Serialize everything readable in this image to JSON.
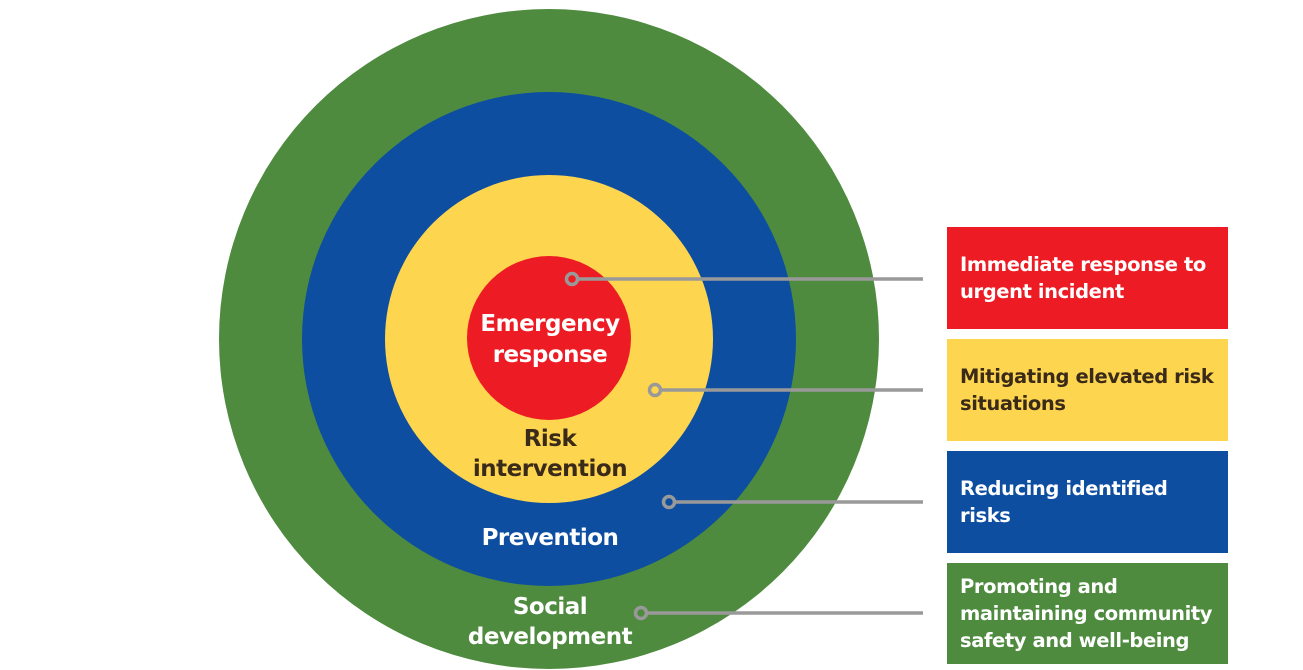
{
  "colors": {
    "social": "#4e8b3f",
    "prevention": "#0d4ea1",
    "risk": "#fed54f",
    "emergency": "#ed1c24",
    "connector": "#999999"
  },
  "rings": [
    {
      "id": "social",
      "label_lines": [
        "Social",
        "development"
      ],
      "text_color": "#ffffff"
    },
    {
      "id": "prevention",
      "label_lines": [
        "Prevention"
      ],
      "text_color": "#ffffff"
    },
    {
      "id": "risk",
      "label_lines": [
        "Risk",
        "intervention"
      ],
      "text_color": "#3a2a1a"
    },
    {
      "id": "emergency",
      "label_lines": [
        "Emergency",
        "response"
      ],
      "text_color": "#ffffff"
    }
  ],
  "descriptions": [
    {
      "id": "emergency",
      "text": "Immediate response to urgent incident",
      "text_color": "#ffffff"
    },
    {
      "id": "risk",
      "text": "Mitigating elevated risk situations",
      "text_color": "#3a2a1a"
    },
    {
      "id": "prevention",
      "text": "Reducing identified risks",
      "text_color": "#ffffff"
    },
    {
      "id": "social",
      "text": "Promoting and maintaining community safety and well-being",
      "text_color": "#ffffff"
    }
  ]
}
